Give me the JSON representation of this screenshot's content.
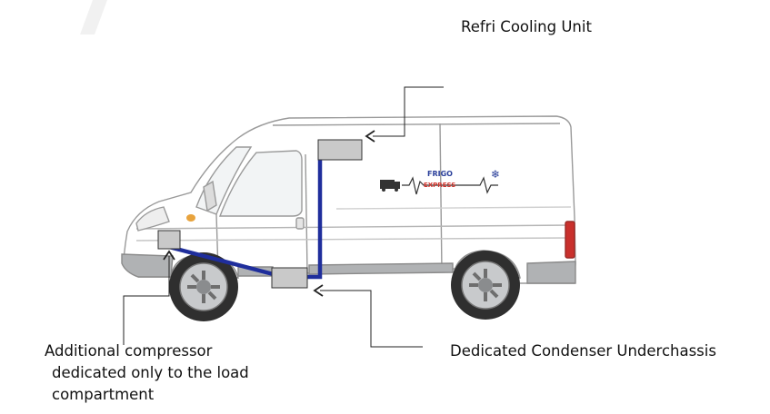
{
  "labels": {
    "refri_cooling_unit": "Refri Cooling Unit",
    "dedicated_condenser": "Dedicated Condenser Underchassis",
    "additional_compressor_lines": [
      "Additional compressor",
      "dedicated only to the load",
      "compartment"
    ]
  },
  "logo": {
    "line1": "FRIGO",
    "line2": "EXPRESS"
  },
  "colors": {
    "pipe": "#1f2e9c",
    "component_fill": "#c9c9c9",
    "leader_line": "#222222",
    "logo_text_blue": "#2a3f9a",
    "logo_text_red": "#d0342c",
    "tail_light": "#c9302c"
  }
}
